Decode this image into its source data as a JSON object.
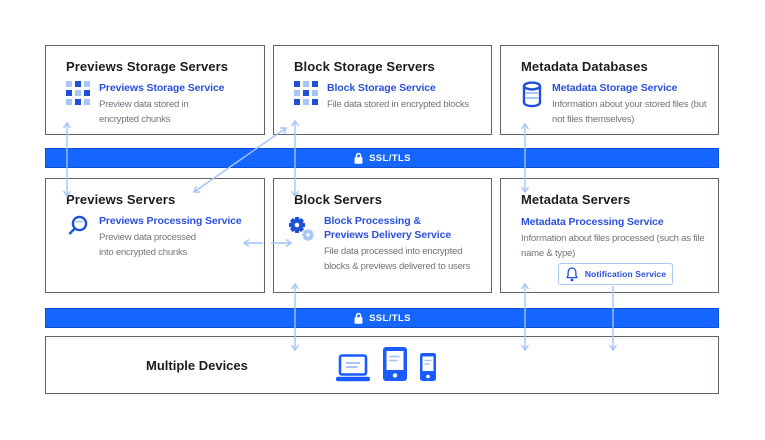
{
  "colors": {
    "ssl_bar_blue": "#1566fe",
    "service_text_blue": "#2b50da",
    "icon_dark_blue": "#1d4fd7",
    "icon_light_blue": "#a8c6f5",
    "arrow_blue": "#a4c3f7",
    "device_icon_blue": "#1a5cff",
    "heading_text": "#1b1d21",
    "body_text_gray": "#70757c",
    "box_border_gray": "#5f6368"
  },
  "top_row": [
    {
      "title": "Previews Storage Servers",
      "service": "Previews Storage Service",
      "description": "Preview data stored in\nencrypted chunks",
      "icon": "grid-previews-icon"
    },
    {
      "title": "Block Storage Servers",
      "service": "Block Storage Service",
      "description": "File data stored in encrypted blocks",
      "icon": "grid-blocks-icon"
    },
    {
      "title": "Metadata Databases",
      "service": "Metadata Storage Service",
      "description": "Information about your stored files (but\nnot files themselves)",
      "icon": "database-icon"
    }
  ],
  "ssl_top": {
    "label": "SSL/TLS",
    "icon": "lock-icon"
  },
  "middle_row": [
    {
      "title": "Previews Servers",
      "service": "Previews Processing Service",
      "description": "Preview data processed\ninto encrypted chunks",
      "icon": "magnifier-icon"
    },
    {
      "title": "Block Servers",
      "service": "Block Processing &\nPreviews Delivery Service",
      "description": "File data processed into encrypted\nblocks & previews delivered to users",
      "icon": "gears-icon"
    },
    {
      "title": "Metadata Servers",
      "service": "Metadata Processing Service",
      "description": "Information about files processed (such as file\nname & type)",
      "notification": {
        "label": "Notification Service",
        "icon": "bell-icon"
      }
    }
  ],
  "ssl_bottom": {
    "label": "SSL/TLS",
    "icon": "lock-icon"
  },
  "devices": {
    "title": "Multiple Devices",
    "icons": [
      "laptop-icon",
      "tablet-icon",
      "phone-icon"
    ]
  }
}
